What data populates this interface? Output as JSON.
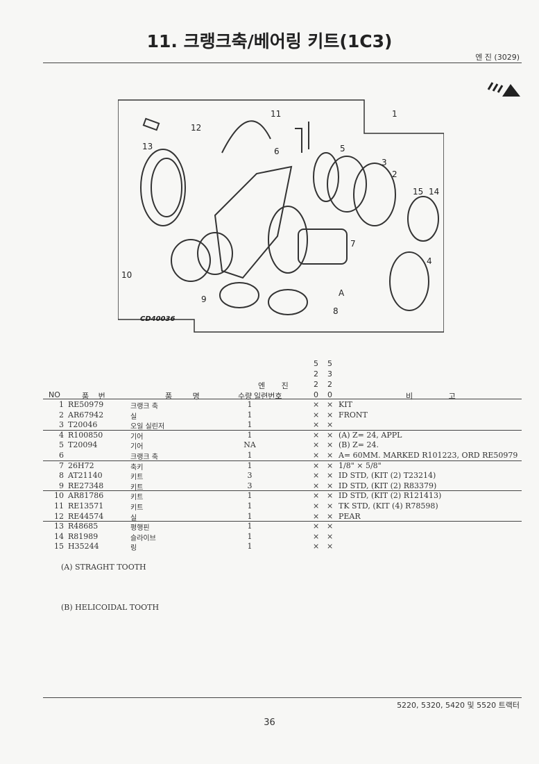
{
  "header": {
    "title": "11. 크랭크축/베어링 키트(1C3)",
    "section": "엔 진 (3029)"
  },
  "figure": {
    "code": "CD40036",
    "callouts": [
      "1",
      "2",
      "3",
      "4",
      "5",
      "6",
      "7",
      "8",
      "9",
      "10",
      "11",
      "12",
      "13",
      "14",
      "15",
      "A"
    ]
  },
  "table": {
    "headers": {
      "no": "NO",
      "part_no": "품 번",
      "name": "품 명",
      "qty": "수량",
      "serial_top": "엔 진",
      "serial": "일련번호",
      "models": [
        [
          "5",
          "2",
          "2",
          "0"
        ],
        [
          "5",
          "3",
          "2",
          "0"
        ]
      ],
      "remarks": "비 고"
    },
    "rows": [
      {
        "no": "1",
        "part_no": "RE50979",
        "name": "크랭크 축",
        "qty": "1",
        "m1": "×",
        "m2": "×",
        "remarks": "KIT"
      },
      {
        "no": "2",
        "part_no": "AR67942",
        "name": "실",
        "qty": "1",
        "m1": "×",
        "m2": "×",
        "remarks": "FRONT"
      },
      {
        "no": "3",
        "part_no": "T20046",
        "name": "오일 실린저",
        "qty": "1",
        "m1": "×",
        "m2": "×",
        "remarks": ""
      },
      {
        "no": "4",
        "part_no": "R100850",
        "name": "기어",
        "qty": "1",
        "m1": "×",
        "m2": "×",
        "remarks": "(A) Z= 24, APPL"
      },
      {
        "no": "5",
        "part_no": "T20094",
        "name": "기어",
        "qty": "NA",
        "m1": "×",
        "m2": "×",
        "remarks": "(B) Z= 24."
      },
      {
        "no": "6",
        "part_no": "",
        "name": "크랭크 축",
        "qty": "1",
        "m1": "×",
        "m2": "×",
        "remarks": "A= 60MM. MARKED R101223, ORD RE50979"
      },
      {
        "no": "7",
        "part_no": "26H72",
        "name": "축키",
        "qty": "1",
        "m1": "×",
        "m2": "×",
        "remarks": "1/8\" × 5/8\""
      },
      {
        "no": "8",
        "part_no": "AT21140",
        "name": "키트",
        "qty": "3",
        "m1": "×",
        "m2": "×",
        "remarks": "ID STD, (KIT (2) T23214)"
      },
      {
        "no": "9",
        "part_no": "RE27348",
        "name": "키트",
        "qty": "3",
        "m1": "×",
        "m2": "×",
        "remarks": "ID STD, (KIT (2) R83379)"
      },
      {
        "no": "10",
        "part_no": "AR81786",
        "name": "키트",
        "qty": "1",
        "m1": "×",
        "m2": "×",
        "remarks": "ID STD, (KIT (2) R121413)"
      },
      {
        "no": "11",
        "part_no": "RE13571",
        "name": "키트",
        "qty": "1",
        "m1": "×",
        "m2": "×",
        "remarks": "TK STD, (KIT (4) R78598)"
      },
      {
        "no": "12",
        "part_no": "RE44574",
        "name": "실",
        "qty": "1",
        "m1": "×",
        "m2": "×",
        "remarks": "PEAR"
      },
      {
        "no": "13",
        "part_no": "R48685",
        "name": "평행핀",
        "qty": "1",
        "m1": "×",
        "m2": "×",
        "remarks": ""
      },
      {
        "no": "14",
        "part_no": "R81989",
        "name": "슬라이브",
        "qty": "1",
        "m1": "×",
        "m2": "×",
        "remarks": ""
      },
      {
        "no": "15",
        "part_no": "H35244",
        "name": "링",
        "qty": "1",
        "m1": "×",
        "m2": "×",
        "remarks": ""
      }
    ]
  },
  "notes": [
    "(A) STRAGHT TOOTH",
    "(B) HELICOIDAL TOOTH"
  ],
  "footer": {
    "models": "5220, 5320, 5420 및 5520 트랙터",
    "page": "36"
  }
}
